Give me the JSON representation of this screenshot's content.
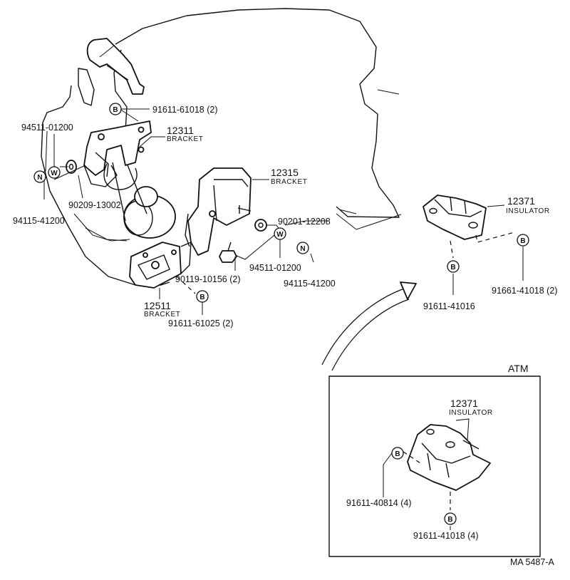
{
  "symbols": {
    "bolt": "B",
    "washer": "W",
    "nut": "N"
  },
  "callouts": {
    "bolt_top": "91611-61018 (2)",
    "washer_left": "94511-01200",
    "bracket_left_num": "12311",
    "bracket_left_word": "BRACKET",
    "washer_plain_left": "90209-13002",
    "nut_left": "94115-41200",
    "bracket_mid_num": "12315",
    "bracket_mid_word": "BRACKET",
    "washer_plain_mid": "90201-12208",
    "washer_mid": "94511-01200",
    "stud_mid": "90119-10156 (2)",
    "nut_mid": "94115-41200",
    "bracket_low_num": "12511",
    "bracket_low_word": "BRACKET",
    "bolt_low": "91611-61025 (2)",
    "insulator_num": "12371",
    "insulator_word": "INSULATOR",
    "bolt_ins_bottom": "91611-41016",
    "bolt_ins_right": "91661-41018 (2)"
  },
  "atm": {
    "title": "ATM",
    "insulator_num": "12371",
    "insulator_word": "INSULATOR",
    "bolt_left": "91611-40814 (4)",
    "bolt_bottom": "91611-41018 (4)"
  },
  "figure_code": "MA  5487-A"
}
